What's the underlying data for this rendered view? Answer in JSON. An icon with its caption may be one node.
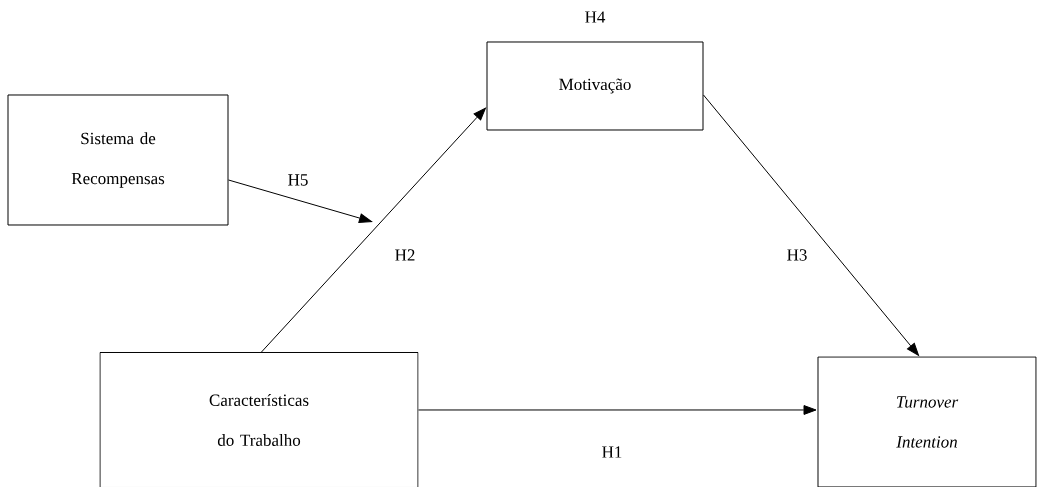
{
  "diagram": {
    "nodes": [
      {
        "text": [
          "Sistema de Recompensas"
        ]
      },
      {
        "text": [
          "Motivação"
        ]
      },
      {
        "text": [
          "Características do Trabalho"
        ]
      },
      {
        "text": [
          "Turnover Intention"
        ]
      }
    ],
    "edges": [
      {
        "from": 2,
        "to": 1,
        "arrow": "to",
        "label": "H2"
      },
      {
        "from": 1,
        "to": 3,
        "arrow": "to",
        "label": "H3"
      },
      {
        "from": 2,
        "to": 3,
        "arrow": "to",
        "label": "H1"
      },
      {
        "from": 0,
        "to": null,
        "arrow": "to",
        "label": "H5"
      }
    ],
    "labels": [
      "H4"
    ]
  }
}
